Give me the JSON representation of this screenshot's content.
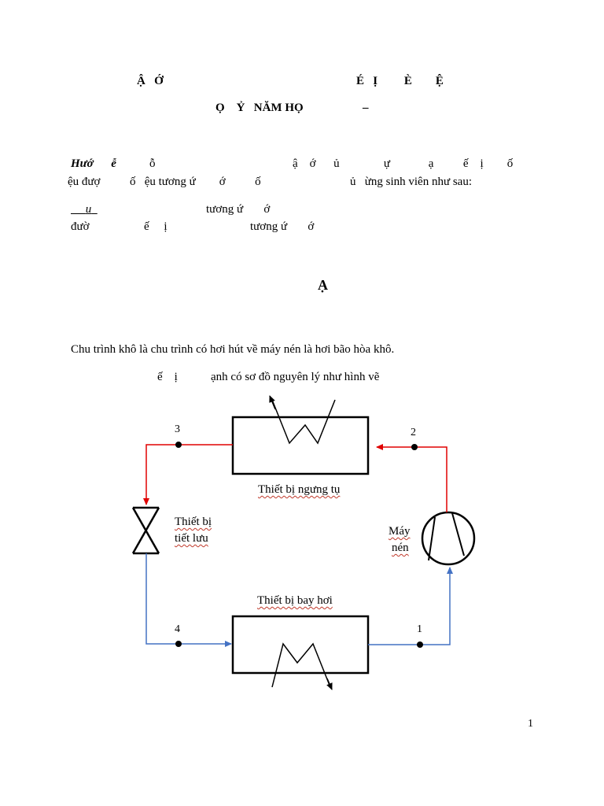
{
  "header": {
    "line1_left": "Ậ   Ớ",
    "line1_right": "É   Ị         È        Ệ",
    "line2": "Ọ    Ỷ   NĂM HỌ",
    "line2_dash": "–"
  },
  "instructions": {
    "line1_label": "Hướ      ễ",
    "line1_mid": "ỗ",
    "line1_right": "ậ    ớ      ủ               ự             ạ          ế    ị        ố",
    "line2": "ệu đượ          ố   ệu tương ứ        ớ          ố",
    "line2_right": "ủ   ừng sinh viên như sau:",
    "line3_underlined": "u",
    "line3_right": "tương ứ       ớ",
    "line4_left": "đườ",
    "line4_mid": "ế     ị",
    "line4_right": "tương ứ       ớ"
  },
  "section_heading": "Ạ",
  "body": {
    "para1": "Chu trình khô là chu trình có hơi hút về máy nén là hơi bão hòa khô.",
    "para2_prefix": "ế    ị",
    "para2": "ạnh có sơ đồ nguyên lý như hình vẽ"
  },
  "diagram": {
    "points": [
      "1",
      "2",
      "3",
      "4"
    ],
    "condenser_label": "Thiết bị ngưng tụ",
    "evaporator_label": "Thiết bị bay hơi",
    "expansion_label_line1": "Thiết bị",
    "expansion_label_line2": "tiết lưu",
    "compressor_label_line1": "Máy",
    "compressor_label_line2": "nén",
    "colors": {
      "high_pressure": "#e00000",
      "low_pressure": "#4472c4",
      "outline": "#000000"
    }
  },
  "page_number": "1"
}
